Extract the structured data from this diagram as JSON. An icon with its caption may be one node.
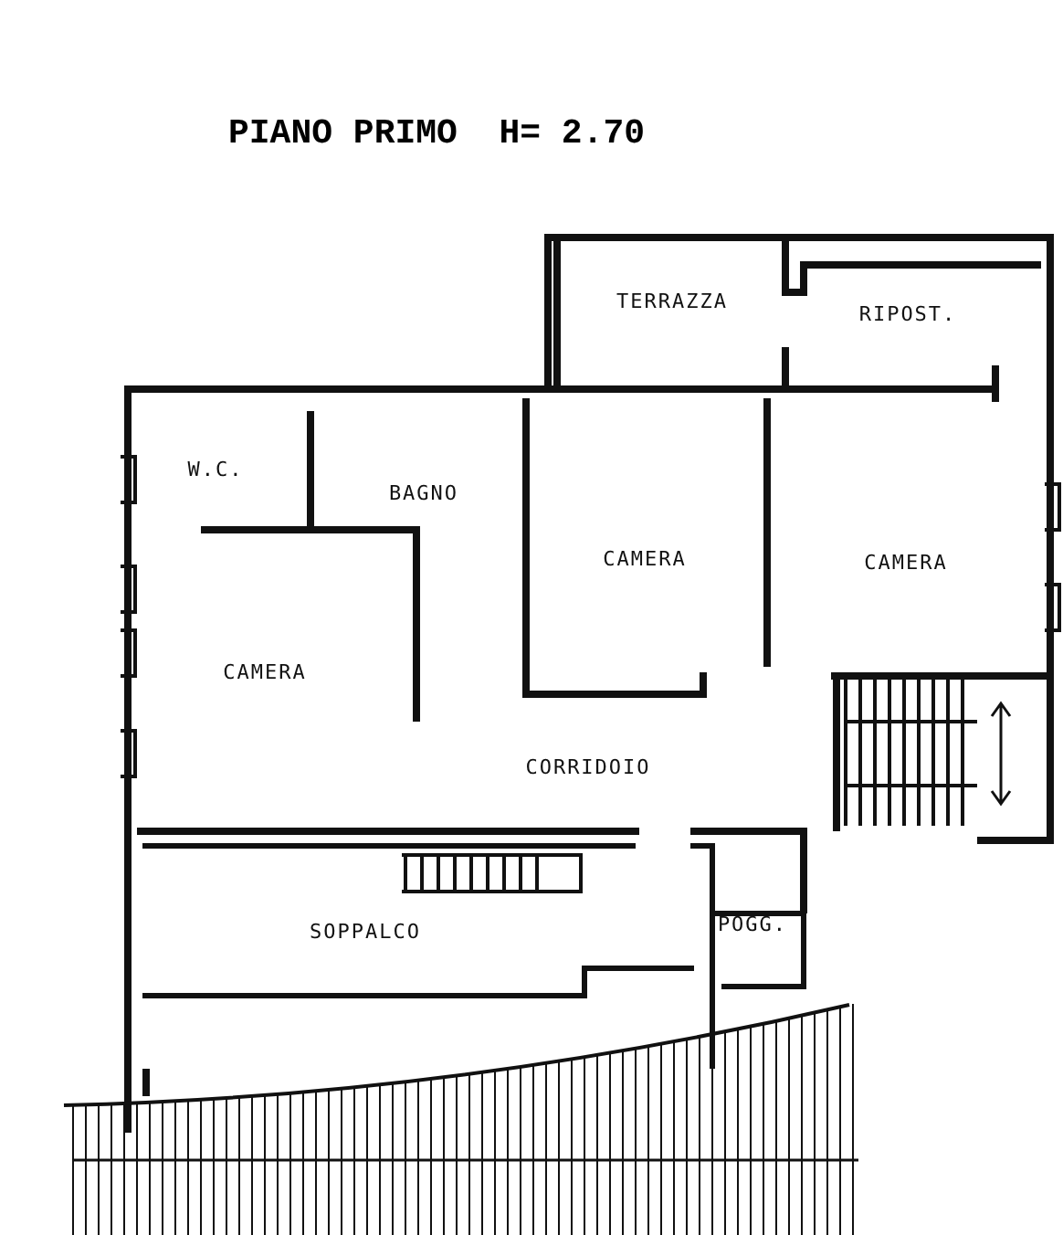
{
  "diagram": {
    "title": "PIANO PRIMO  H= 2.70",
    "labels": [
      "TERRAZZA",
      "RIPOST.",
      "W.C.",
      "BAGNO",
      "CAMERA",
      "CAMERA",
      "CAMERA",
      "CORRIDOIO",
      "SOPPALCO",
      "POGG."
    ]
  }
}
